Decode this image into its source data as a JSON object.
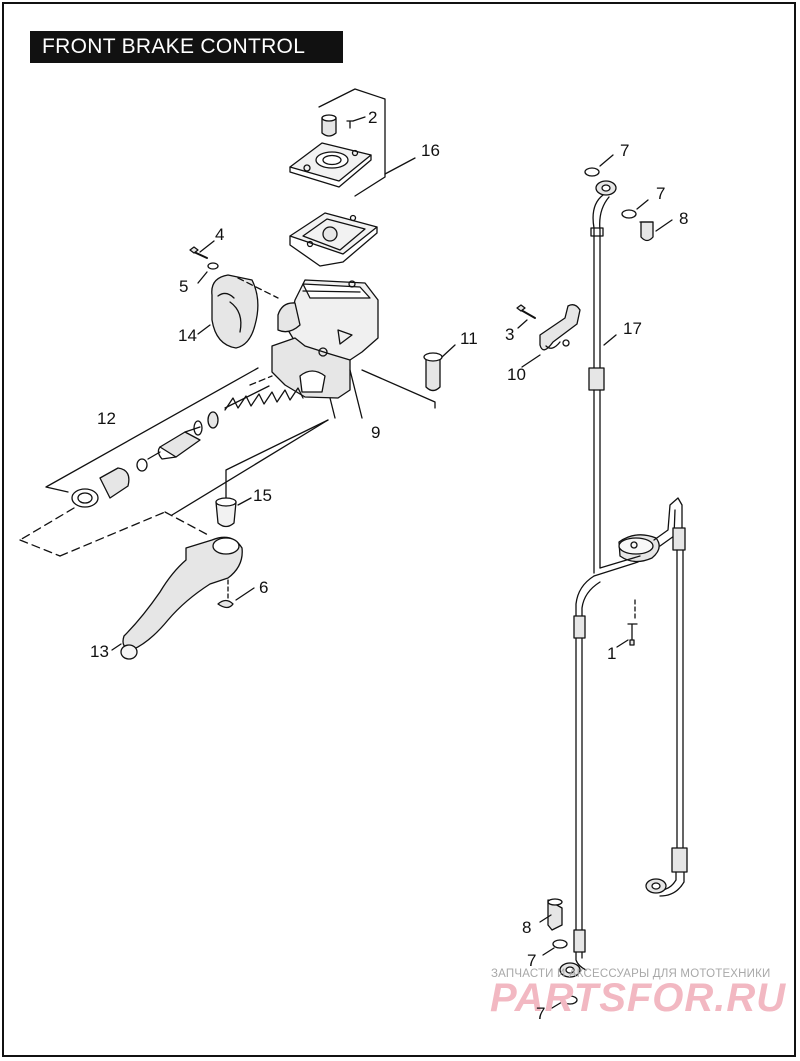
{
  "title": "FRONT BRAKE CONTROL",
  "callouts": {
    "n1": "1",
    "n2": "2",
    "n3": "3",
    "n4": "4",
    "n5": "5",
    "n6": "6",
    "n7a": "7",
    "n7b": "7",
    "n7c": "7",
    "n7d": "7",
    "n8a": "8",
    "n8b": "8",
    "n9": "9",
    "n10": "10",
    "n11": "11",
    "n12": "12",
    "n13": "13",
    "n14": "14",
    "n15": "15",
    "n16": "16",
    "n17": "17"
  },
  "watermark": {
    "line1": "ЗАПЧАСТИ И АКСЕССУАРЫ ДЛЯ МОТОТЕХНИКИ",
    "logo": "PARTSFOR.RU"
  },
  "colors": {
    "ink": "#111111",
    "part_fill": "#e6e6e6",
    "watermark_logo": "#f2b8c2",
    "watermark_text": "#a8a8a8"
  }
}
